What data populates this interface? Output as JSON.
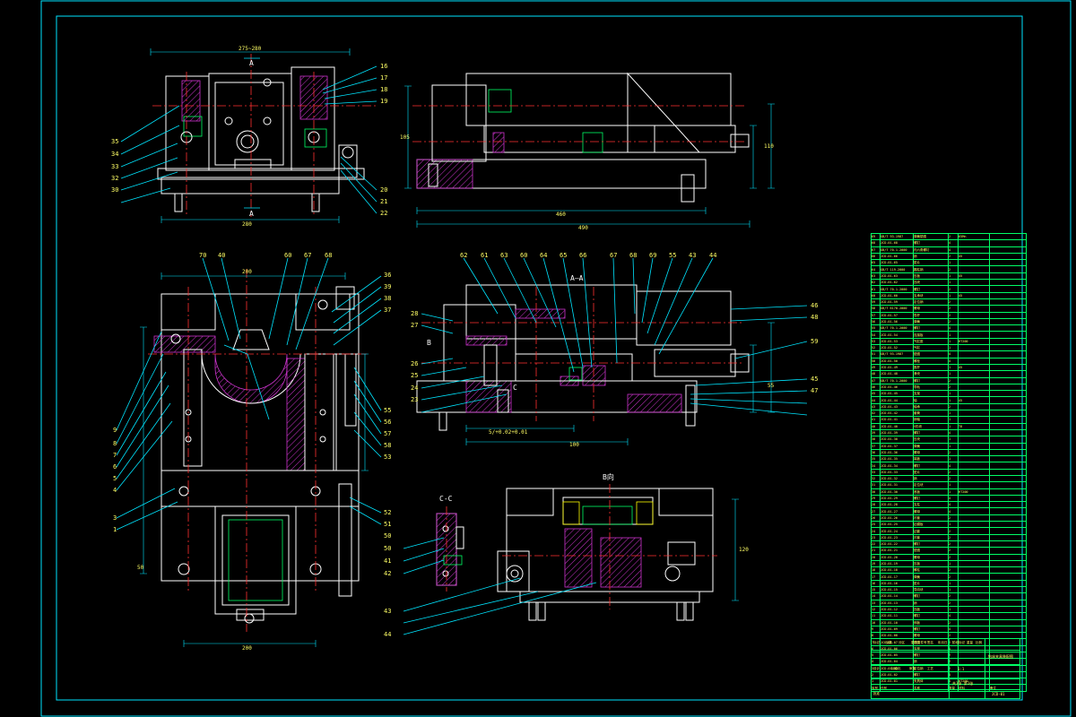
{
  "drawing": {
    "frame_color": "#00e5ff",
    "background": "#000000",
    "view_titles": {
      "section_aa": "A—A",
      "section_cc": "C-C",
      "view_b": "B向",
      "marker_a_top": "A",
      "marker_a_bottom": "A",
      "marker_b": "B",
      "marker_c": "C"
    },
    "callouts": [
      {
        "id": "front-16",
        "text": "16"
      },
      {
        "id": "front-17",
        "text": "17"
      },
      {
        "id": "front-18",
        "text": "18"
      },
      {
        "id": "front-19",
        "text": "19"
      },
      {
        "id": "front-35",
        "text": "35"
      },
      {
        "id": "front-34",
        "text": "34"
      },
      {
        "id": "front-33",
        "text": "33"
      },
      {
        "id": "front-32",
        "text": "32"
      },
      {
        "id": "front-30",
        "text": "30"
      },
      {
        "id": "front-20",
        "text": "20"
      },
      {
        "id": "front-21",
        "text": "21"
      },
      {
        "id": "front-22",
        "text": "22"
      },
      {
        "id": "plan-70",
        "text": "70"
      },
      {
        "id": "plan-40",
        "text": "40"
      },
      {
        "id": "plan-60",
        "text": "60"
      },
      {
        "id": "plan-67",
        "text": "67"
      },
      {
        "id": "plan-68",
        "text": "68"
      },
      {
        "id": "plan-36",
        "text": "36"
      },
      {
        "id": "plan-39",
        "text": "39"
      },
      {
        "id": "plan-38",
        "text": "38"
      },
      {
        "id": "plan-37",
        "text": "37"
      },
      {
        "id": "plan-9",
        "text": "9"
      },
      {
        "id": "plan-8",
        "text": "8"
      },
      {
        "id": "plan-7",
        "text": "7"
      },
      {
        "id": "plan-6",
        "text": "6"
      },
      {
        "id": "plan-5",
        "text": "5"
      },
      {
        "id": "plan-4",
        "text": "4"
      },
      {
        "id": "plan-3",
        "text": "3"
      },
      {
        "id": "plan-1",
        "text": "1"
      },
      {
        "id": "plan-55",
        "text": "55"
      },
      {
        "id": "plan-56",
        "text": "56"
      },
      {
        "id": "plan-57",
        "text": "57"
      },
      {
        "id": "plan-58",
        "text": "58"
      },
      {
        "id": "plan-53",
        "text": "53"
      },
      {
        "id": "plan-52",
        "text": "52"
      },
      {
        "id": "plan-51",
        "text": "51"
      },
      {
        "id": "plan-50",
        "text": "50"
      },
      {
        "id": "aa-62",
        "text": "62"
      },
      {
        "id": "aa-61",
        "text": "61"
      },
      {
        "id": "aa-63",
        "text": "63"
      },
      {
        "id": "aa-60",
        "text": "60"
      },
      {
        "id": "aa-64",
        "text": "64"
      },
      {
        "id": "aa-65",
        "text": "65"
      },
      {
        "id": "aa-66",
        "text": "66"
      },
      {
        "id": "aa-67",
        "text": "67"
      },
      {
        "id": "aa-68",
        "text": "68"
      },
      {
        "id": "aa-69",
        "text": "69"
      },
      {
        "id": "aa-55",
        "text": "55"
      },
      {
        "id": "aa-43",
        "text": "43"
      },
      {
        "id": "aa-44",
        "text": "44"
      },
      {
        "id": "aa-46",
        "text": "46"
      },
      {
        "id": "aa-48",
        "text": "48"
      },
      {
        "id": "aa-59",
        "text": "59"
      },
      {
        "id": "aa-45",
        "text": "45"
      },
      {
        "id": "aa-47",
        "text": "47"
      },
      {
        "id": "aa-28",
        "text": "28"
      },
      {
        "id": "aa-27",
        "text": "27"
      },
      {
        "id": "aa-26",
        "text": "26"
      },
      {
        "id": "aa-25",
        "text": "25"
      },
      {
        "id": "aa-24",
        "text": "24"
      },
      {
        "id": "aa-23",
        "text": "23"
      },
      {
        "id": "cc-50",
        "text": "50"
      },
      {
        "id": "cc-41",
        "text": "41"
      },
      {
        "id": "cc-42",
        "text": "42"
      },
      {
        "id": "cc-43",
        "text": "43"
      },
      {
        "id": "cc-44",
        "text": "44"
      }
    ]
  },
  "bom": {
    "rows": [
      [
        "69",
        "GB/T 93-1987",
        "弹簧垫圈",
        "2",
        "65Mn",
        ""
      ],
      [
        "68",
        "JCD-01-68",
        "螺钉",
        "4",
        "",
        ""
      ],
      [
        "67",
        "GB/T 70.1-2000",
        "内六角螺钉",
        "4",
        "",
        ""
      ],
      [
        "66",
        "JCD-01-66",
        "销",
        "2",
        "45",
        ""
      ],
      [
        "65",
        "JCD-01-65",
        "垫片",
        "1",
        "",
        ""
      ],
      [
        "64",
        "GB/T 119-2000",
        "圆柱销",
        "2",
        "",
        ""
      ],
      [
        "63",
        "JCD-01-63",
        "压板",
        "1",
        "45",
        ""
      ],
      [
        "62",
        "JCD-01-62",
        "挡块",
        "1",
        "",
        ""
      ],
      [
        "61",
        "GB/T 70.1-2000",
        "螺钉",
        "2",
        "",
        ""
      ],
      [
        "60",
        "JCD-01-60",
        "支承块",
        "1",
        "45",
        ""
      ],
      [
        "59",
        "JCD-01-59",
        "定位销",
        "2",
        "",
        ""
      ],
      [
        "58",
        "GB/T 6170-2000",
        "螺母",
        "2",
        "",
        ""
      ],
      [
        "57",
        "JCD-01-57",
        "导杆",
        "2",
        "",
        ""
      ],
      [
        "56",
        "JCD-01-56",
        "弹簧",
        "2",
        "",
        ""
      ],
      [
        "55",
        "GB/T 70.1-2000",
        "螺钉",
        "4",
        "",
        ""
      ],
      [
        "54",
        "JCD-01-54",
        "连接板",
        "1",
        "",
        ""
      ],
      [
        "53",
        "JCD-01-53",
        "气缸座",
        "1",
        "HT200",
        ""
      ],
      [
        "52",
        "JCD-01-52",
        "气缸",
        "1",
        "",
        ""
      ],
      [
        "51",
        "GB/T 93-1987",
        "垫圈",
        "4",
        "",
        ""
      ],
      [
        "50",
        "JCD-01-50",
        "螺栓",
        "4",
        "",
        ""
      ],
      [
        "49",
        "JCD-01-49",
        "推杆",
        "1",
        "45",
        ""
      ],
      [
        "48",
        "JCD-01-48",
        "滑块",
        "1",
        "",
        ""
      ],
      [
        "47",
        "GB/T 70.1-2000",
        "螺钉",
        "2",
        "",
        ""
      ],
      [
        "46",
        "JCD-01-46",
        "导轨",
        "2",
        "",
        ""
      ],
      [
        "45",
        "JCD-01-45",
        "支架",
        "1",
        "",
        ""
      ],
      [
        "44",
        "JCD-01-44",
        "轴",
        "1",
        "45",
        ""
      ],
      [
        "43",
        "JCD-01-43",
        "轴承",
        "2",
        "",
        ""
      ],
      [
        "42",
        "JCD-01-42",
        "套筒",
        "1",
        "",
        ""
      ],
      [
        "41",
        "JCD-01-41",
        "销轴",
        "1",
        "",
        ""
      ],
      [
        "40",
        "JCD-01-40",
        "V形块",
        "1",
        "T8",
        ""
      ],
      [
        "39",
        "JCD-01-39",
        "螺钉",
        "4",
        "",
        ""
      ],
      [
        "38",
        "JCD-01-38",
        "压块",
        "1",
        "",
        ""
      ],
      [
        "37",
        "JCD-01-37",
        "弹簧",
        "1",
        "",
        ""
      ],
      [
        "36",
        "JCD-01-36",
        "螺母",
        "2",
        "",
        ""
      ],
      [
        "35",
        "JCD-01-35",
        "端盖",
        "1",
        "",
        ""
      ],
      [
        "34",
        "JCD-01-34",
        "螺钉",
        "4",
        "",
        ""
      ],
      [
        "33",
        "JCD-01-33",
        "垫片",
        "2",
        "",
        ""
      ],
      [
        "32",
        "JCD-01-32",
        "销",
        "2",
        "",
        ""
      ],
      [
        "31",
        "JCD-01-31",
        "定位块",
        "1",
        "",
        ""
      ],
      [
        "30",
        "JCD-01-30",
        "底板",
        "1",
        "HT200",
        ""
      ],
      [
        "29",
        "JCD-01-29",
        "螺钉",
        "4",
        "",
        ""
      ],
      [
        "28",
        "JCD-01-28",
        "支柱",
        "4",
        "",
        ""
      ],
      [
        "27",
        "JCD-01-27",
        "螺母",
        "4",
        "",
        ""
      ],
      [
        "26",
        "JCD-01-26",
        "衬套",
        "2",
        "",
        ""
      ],
      [
        "25",
        "JCD-01-25",
        "钻模板",
        "1",
        "",
        ""
      ],
      [
        "24",
        "JCD-01-24",
        "钻套",
        "2",
        "",
        ""
      ],
      [
        "23",
        "JCD-01-23",
        "衬套",
        "2",
        "",
        ""
      ],
      [
        "22",
        "JCD-01-22",
        "螺钉",
        "2",
        "",
        ""
      ],
      [
        "21",
        "JCD-01-21",
        "垫圈",
        "2",
        "",
        ""
      ],
      [
        "20",
        "JCD-01-20",
        "螺母",
        "2",
        "",
        ""
      ],
      [
        "19",
        "JCD-01-19",
        "压板",
        "1",
        "",
        ""
      ],
      [
        "18",
        "JCD-01-18",
        "螺柱",
        "2",
        "",
        ""
      ],
      [
        "17",
        "JCD-01-17",
        "弹簧",
        "2",
        "",
        ""
      ],
      [
        "16",
        "JCD-01-16",
        "垫片",
        "1",
        "",
        ""
      ],
      [
        "15",
        "JCD-01-15",
        "导向块",
        "1",
        "",
        ""
      ],
      [
        "14",
        "JCD-01-14",
        "螺钉",
        "2",
        "",
        ""
      ],
      [
        "13",
        "JCD-01-13",
        "销",
        "2",
        "",
        ""
      ],
      [
        "12",
        "JCD-01-12",
        "挡板",
        "1",
        "",
        ""
      ],
      [
        "11",
        "JCD-01-11",
        "螺钉",
        "4",
        "",
        ""
      ],
      [
        "10",
        "JCD-01-10",
        "侧板",
        "2",
        "",
        ""
      ],
      [
        "9",
        "JCD-01-09",
        "螺钉",
        "4",
        "",
        ""
      ],
      [
        "8",
        "JCD-01-08",
        "螺母",
        "2",
        "",
        ""
      ],
      [
        "7",
        "JCD-01-07",
        "垫圈",
        "2",
        "",
        ""
      ],
      [
        "6",
        "JCD-01-06",
        "支座",
        "1",
        "",
        ""
      ],
      [
        "5",
        "JCD-01-05",
        "螺钉",
        "2",
        "",
        ""
      ],
      [
        "4",
        "JCD-01-04",
        "销",
        "2",
        "",
        ""
      ],
      [
        "3",
        "JCD-01-03",
        "定位销",
        "2",
        "",
        ""
      ],
      [
        "2",
        "JCD-01-02",
        "螺钉",
        "4",
        "",
        ""
      ],
      [
        "1",
        "JCD-01-01",
        "夹具体",
        "1",
        "HT200",
        ""
      ]
    ],
    "header": [
      "序号",
      "代号",
      "名称",
      "数量",
      "材料",
      "备注"
    ]
  },
  "title_block": {
    "drawing_name": "钻床夹具装配图",
    "drawing_no": "JCD-01",
    "scale": "1:1",
    "sheet": "共1张  第1张",
    "labels": [
      "标记",
      "处数",
      "分区",
      "更改文件号",
      "签名",
      "年月日",
      "设计",
      "标准化",
      "审核",
      "工艺",
      "批准",
      "阶段标记",
      "重量",
      "比例"
    ]
  }
}
